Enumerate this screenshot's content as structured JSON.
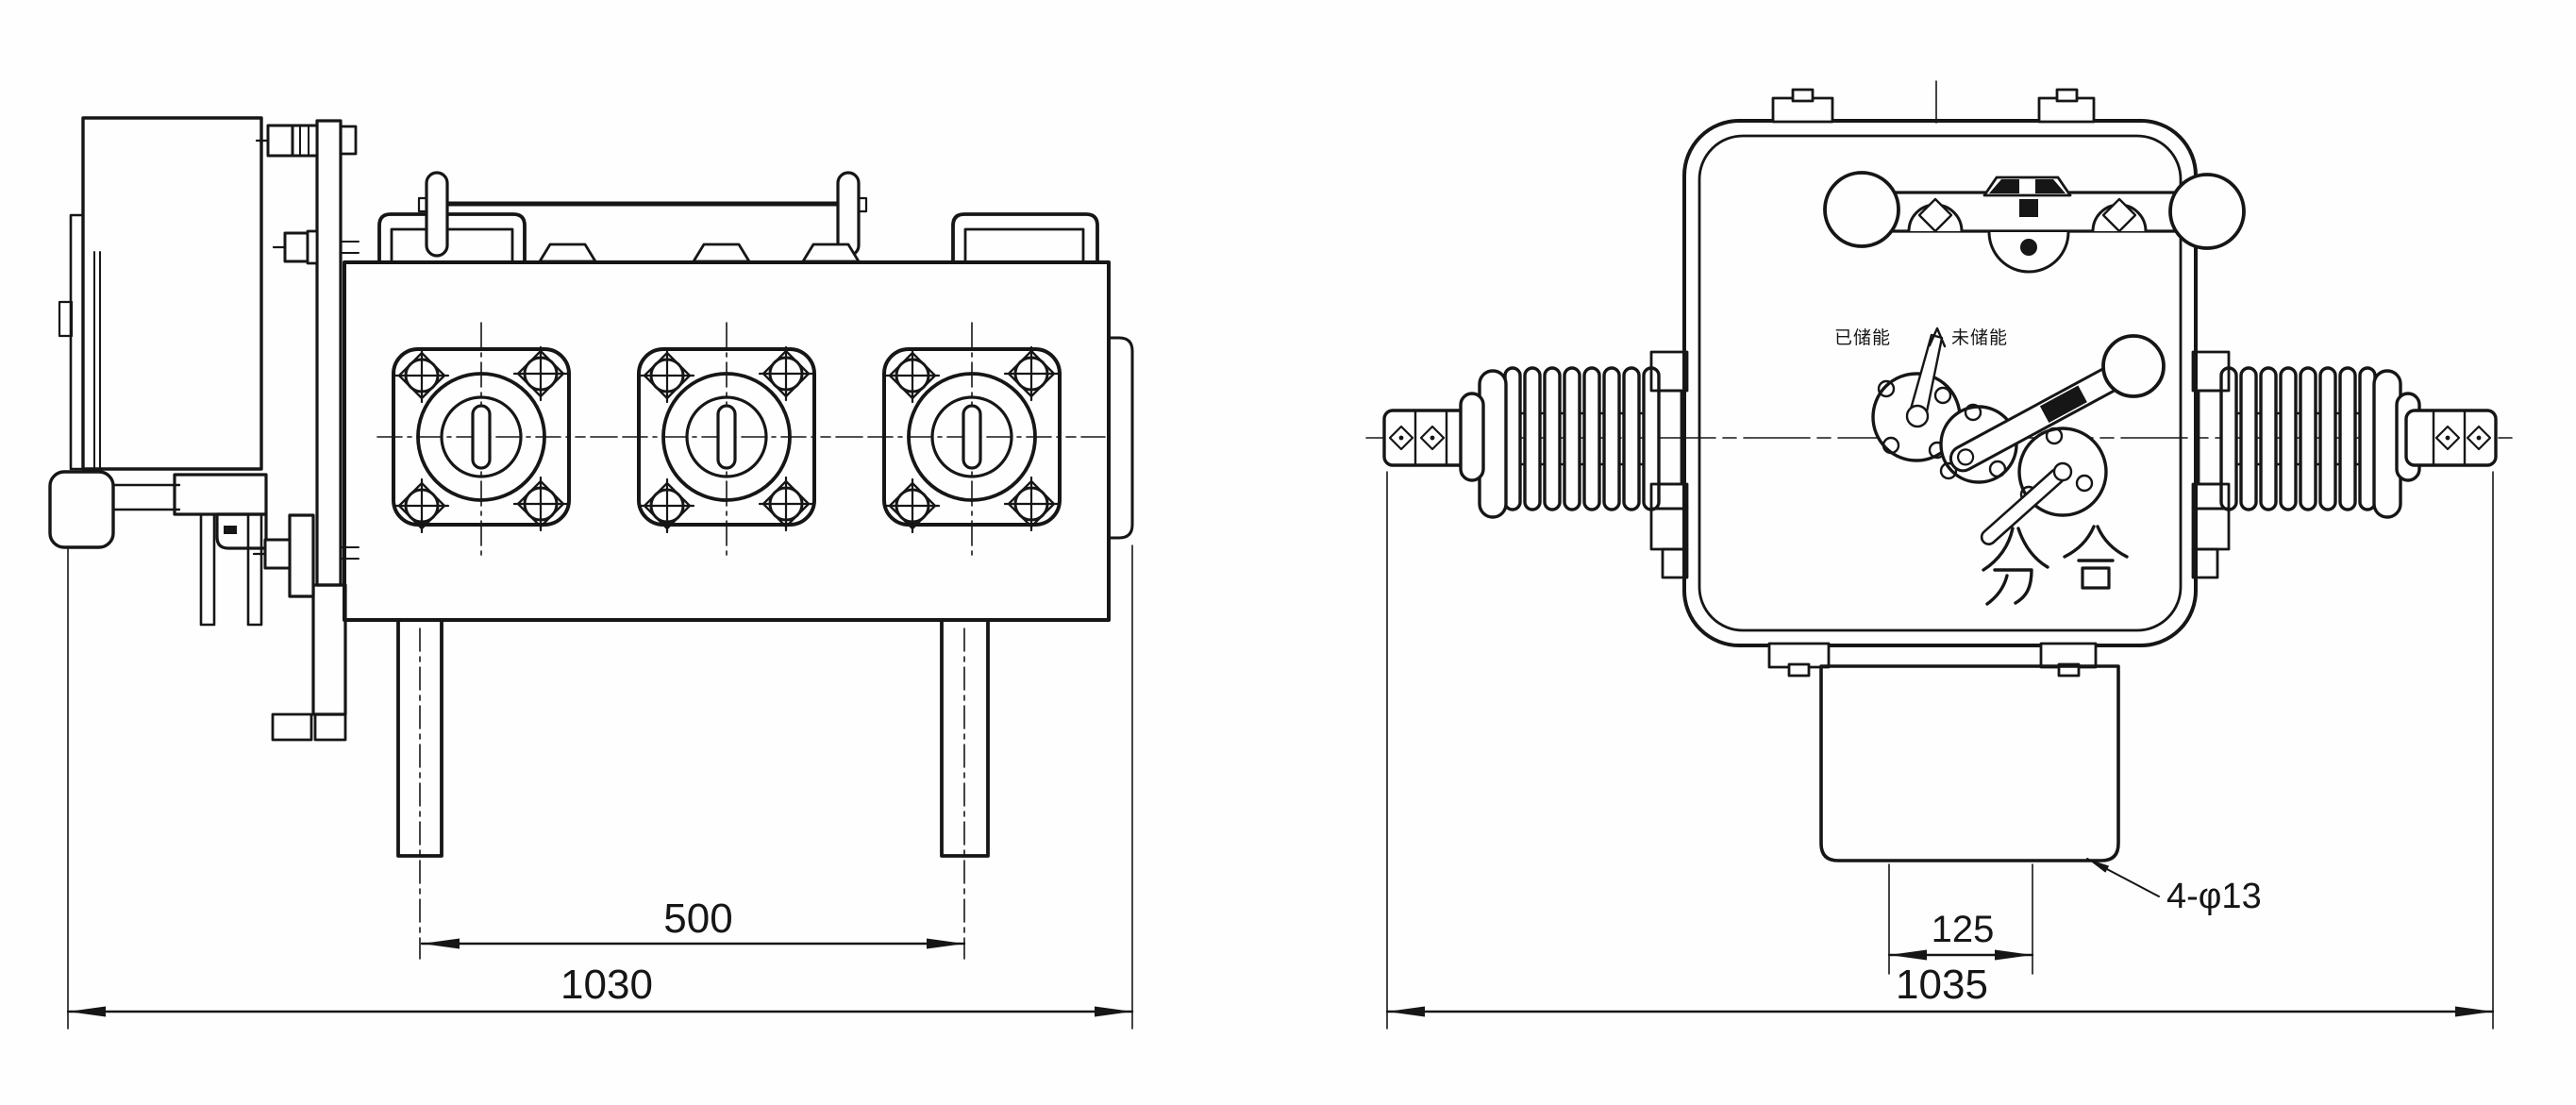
{
  "front_view": {
    "dim_leg_spacing": "500",
    "dim_overall_width": "1030"
  },
  "side_view": {
    "dim_hole_spacing": "125",
    "dim_overall_width": "1035",
    "mounting_holes_label": "4-φ13",
    "switch_open_label": "分",
    "switch_close_label": "合",
    "indicator_charged": "已储能",
    "indicator_uncharged": "未储能"
  },
  "colors": {
    "line_color": "#161616",
    "background": "#ffffff"
  }
}
